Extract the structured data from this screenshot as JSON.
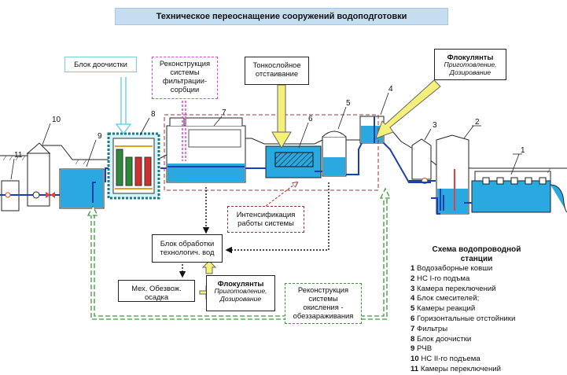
{
  "title": "Техническое переоснащение сооружений водоподготовки",
  "boxes": {
    "block_doochistki": "Блок доочистки",
    "recon_filters": [
      "Реконструкция",
      "системы",
      "фильтрации-",
      "сорбции"
    ],
    "tonkosloynoe": [
      "Тонкослойное",
      "отстаивание"
    ],
    "flocculants_top": {
      "name": "Флокулянты",
      "sub": [
        "Приготовление,",
        "Дозирование"
      ]
    },
    "intensification": [
      "Интенсификация",
      "работы системы"
    ],
    "block_obrabotki": [
      "Блок обработки",
      "технологич. вод"
    ],
    "meh_obezvozh": [
      "Мех. Обезвож.",
      "осадка"
    ],
    "flocculants_bottom": {
      "name": "Флокулянты",
      "sub": [
        "Приготовление,",
        "Дозирование"
      ]
    },
    "recon_oxidation": [
      "Реконструкция",
      "системы",
      "окисления -",
      "обеззараживания"
    ]
  },
  "numbers": [
    "1",
    "2",
    "3",
    "4",
    "5",
    "6",
    "7",
    "8",
    "9",
    "10",
    "11"
  ],
  "legend": {
    "title": [
      "Схема водопроводной",
      "станции"
    ],
    "items": [
      {
        "num": "1",
        "text": "Водозаборные ковши"
      },
      {
        "num": "2",
        "text": "НС I-го подъма"
      },
      {
        "num": "3",
        "text": "Камера переключений"
      },
      {
        "num": "4",
        "text": "Блок смесителей;"
      },
      {
        "num": "5",
        "text": "Камеры реакций"
      },
      {
        "num": "6",
        "text": "Горизонтальные отстойники"
      },
      {
        "num": "7",
        "text": "Фильтры"
      },
      {
        "num": "8",
        "text": "Блок доочистки"
      },
      {
        "num": "9",
        "text": "РЧВ"
      },
      {
        "num": "10",
        "text": "НС II-го подъема"
      },
      {
        "num": "11",
        "text": "Камеры переключений"
      }
    ]
  },
  "colors": {
    "water": "#2aa8e0",
    "pipe": "#1c3fb0",
    "magenta": "#e040e0",
    "cyan": "#6fd3e0",
    "dashed_red": "#a03030",
    "dashed_green": "#3a9a3a",
    "yellow": "#f4f07a",
    "title_band": "#c6ddf0"
  }
}
